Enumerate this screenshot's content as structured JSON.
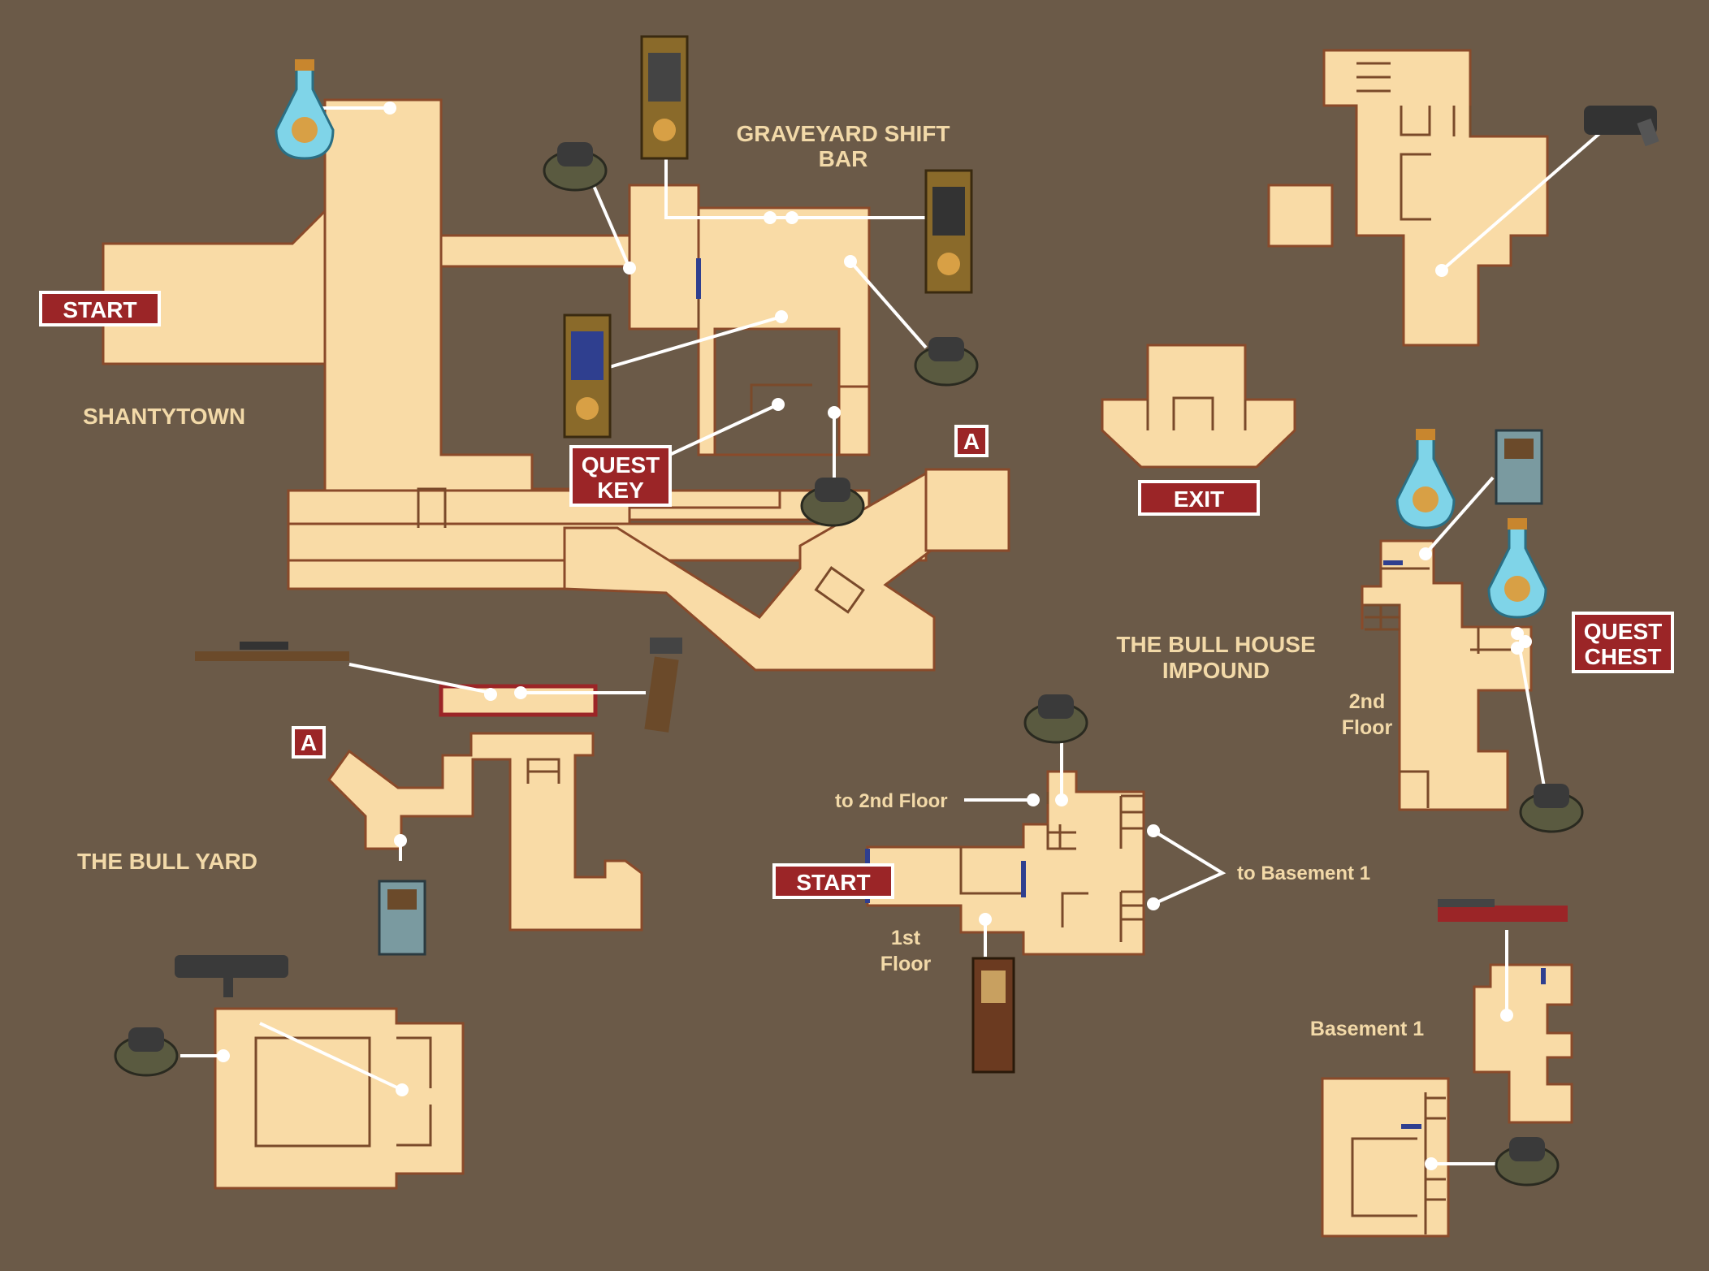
{
  "map": {
    "background_color": "#6b5a48",
    "floor_color": "#f9dba6",
    "badge_color": "#9b2527",
    "area_labels": {
      "shantytown": "SHANTYTOWN",
      "graveyard_line1": "GRAVEYARD SHIFT",
      "graveyard_line2": "BAR",
      "bull_yard": "THE BULL YARD",
      "bull_house_line1": "THE BULL HOUSE",
      "bull_house_line2": "IMPOUND",
      "floor2_line1": "2nd",
      "floor2_line2": "Floor",
      "floor1_line1": "1st",
      "floor1_line2": "Floor",
      "basement1": "Basement 1"
    },
    "callouts": {
      "to_2nd_floor": "to 2nd Floor",
      "to_basement_1": "to Basement 1"
    },
    "badges": {
      "start_shantytown": "START",
      "start_bull_house": "START",
      "exit": "EXIT",
      "quest_key_line1": "QUEST",
      "quest_key_line2": "KEY",
      "quest_chest_line1": "QUEST",
      "quest_chest_line2": "CHEST",
      "marker_a_top": "A",
      "marker_a_bottom": "A"
    },
    "icons": [
      "salt-potion-icon",
      "vending-machine-icon",
      "voxophone-icon",
      "loot-chest-icon",
      "weapon-icon"
    ]
  }
}
